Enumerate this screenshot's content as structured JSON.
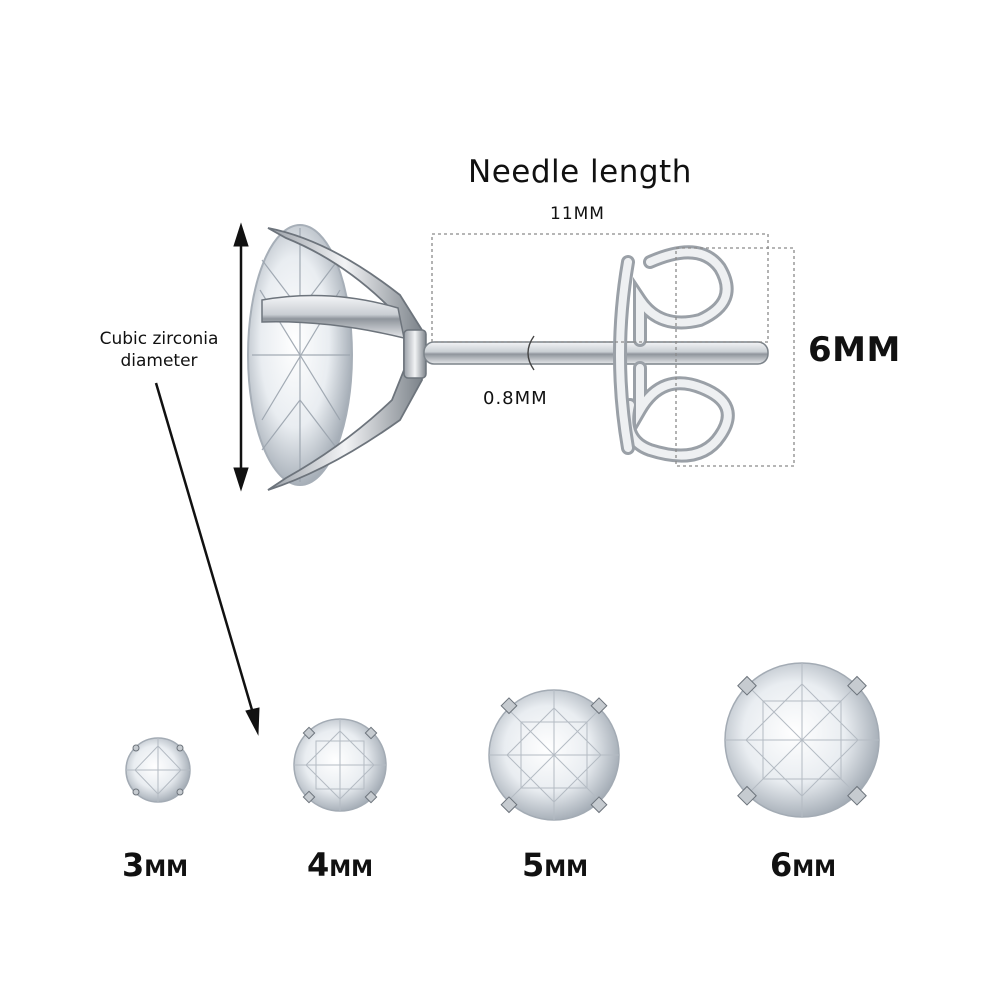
{
  "colors": {
    "metal_light": "#eef0f2",
    "metal_mid": "#b9bec4",
    "metal_dark": "#6d747c",
    "stone_light": "#ffffff",
    "stone_shade": "#8d96a0",
    "line": "#111111",
    "dashed": "#8a8a8a"
  },
  "diagram": {
    "needle_title": "Needle length",
    "needle_value": "11MM",
    "post_height": "6MM",
    "needle_thickness": "0.8MM",
    "cz_label_line1": "Cubic zirconia",
    "cz_label_line2": "diameter"
  },
  "sizes": [
    {
      "num": "3",
      "unit": "MM"
    },
    {
      "num": "4",
      "unit": "MM"
    },
    {
      "num": "5",
      "unit": "MM"
    },
    {
      "num": "6",
      "unit": "MM"
    }
  ]
}
